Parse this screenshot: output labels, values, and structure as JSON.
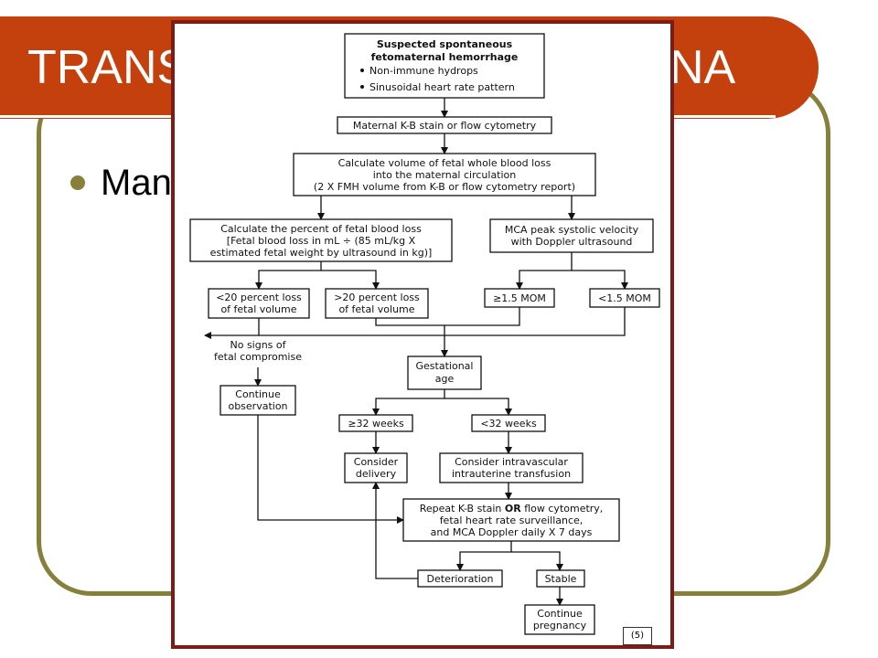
{
  "slide": {
    "title_left": "TRANS",
    "title_right": "NA",
    "bullet": "Man",
    "accent_color": "#c4410d",
    "frame_color": "#86803a"
  },
  "flowchart": {
    "start": {
      "title_line1": "Suspected spontaneous",
      "title_line2": "fetomaternal hemorrhage",
      "bullet1": "Non-immune hydrops",
      "bullet2": "Sinusoidal heart rate pattern"
    },
    "kb_stain": "Maternal K-B stain or flow cytometry",
    "calc_volume": {
      "line1": "Calculate volume of fetal whole blood loss",
      "line2": "into the maternal circulation",
      "line3": "(2 X FMH volume from K-B or flow cytometry report)"
    },
    "calc_percent": {
      "line1": "Calculate the percent of fetal blood loss",
      "line2": "[Fetal blood loss in mL ÷ (85 mL/kg X",
      "line3": "estimated fetal weight by ultrasound in kg)]"
    },
    "mca": {
      "line1": "MCA peak systolic velocity",
      "line2": "with Doppler ultrasound"
    },
    "less20": {
      "line1": "<20 percent loss",
      "line2": "of fetal volume"
    },
    "more20": {
      "line1": ">20 percent loss",
      "line2": "of fetal volume"
    },
    "mom_high": "≥1.5 MOM",
    "mom_low": "<1.5 MOM",
    "no_signs": {
      "line1": "No signs of",
      "line2": "fetal compromise"
    },
    "continue_obs": {
      "line1": "Continue",
      "line2": "observation"
    },
    "gest_age": {
      "line1": "Gestational",
      "line2": "age"
    },
    "weeks_high": "≥32 weeks",
    "weeks_low": "<32 weeks",
    "consider_delivery": {
      "line1": "Consider",
      "line2": "delivery"
    },
    "transfusion": {
      "line1": "Consider intravascular",
      "line2": "intrauterine transfusion"
    },
    "repeat": {
      "line1_a": "Repeat K-B stain ",
      "line1_b": "OR",
      "line1_c": " flow cytometry,",
      "line2": "fetal heart rate surveillance,",
      "line3": "and MCA Doppler daily X 7 days"
    },
    "deterioration": "Deterioration",
    "stable": "Stable",
    "continue_preg": {
      "line1": "Continue",
      "line2": "pregnancy"
    }
  },
  "citation": "(5)"
}
